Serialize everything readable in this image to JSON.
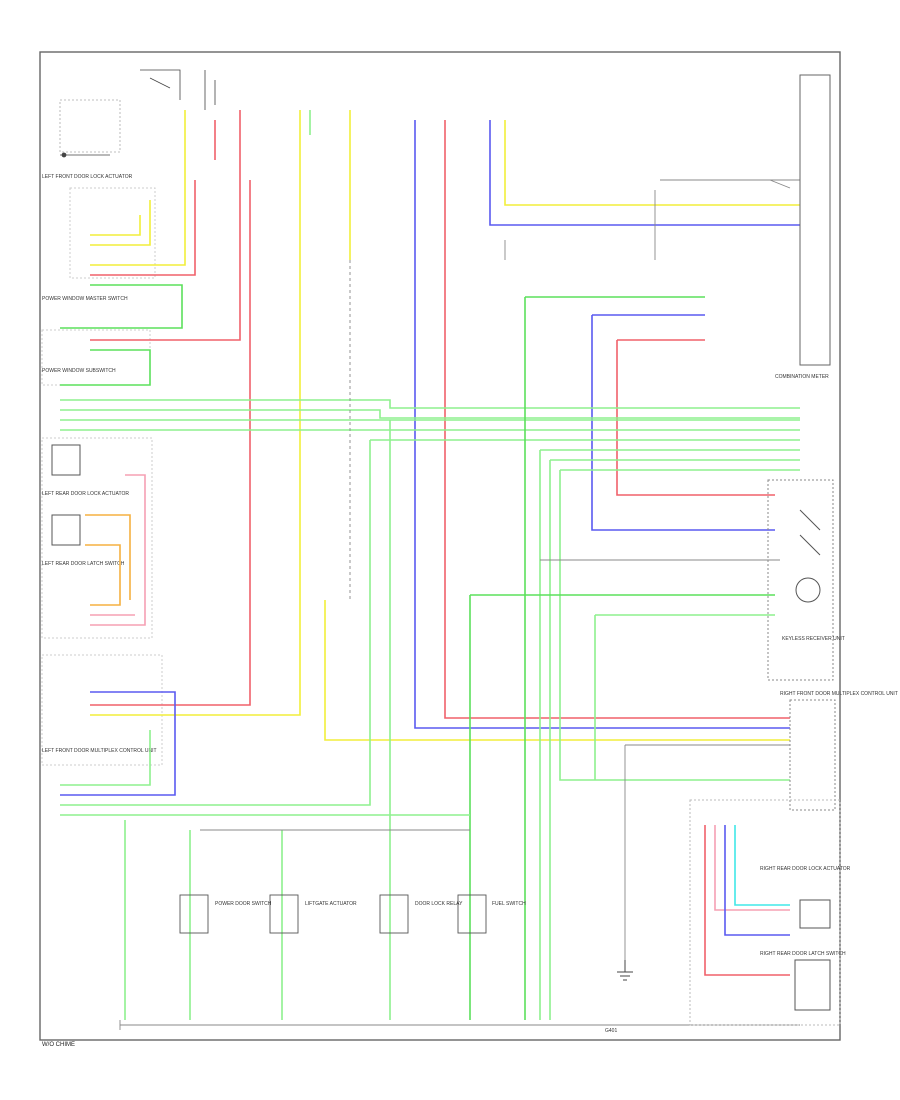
{
  "diagram": {
    "background": "#ffffff",
    "frame_color": "#555555",
    "wire_colors": {
      "yellow": "#f2ee3a",
      "red": "#f0606a",
      "pink": "#f5a0b4",
      "green": "#5be05b",
      "light_green": "#8ef08e",
      "blue": "#5a5af0",
      "orange": "#f5b040",
      "cyan": "#40e8e8",
      "black": "#222222",
      "gray": "#999999"
    },
    "labels": {
      "left_connector_block": "LEFT FRONT DOOR LOCK ACTUATOR",
      "left_power_window_master": "POWER WINDOW MASTER SWITCH",
      "power_window_switch": "POWER WINDOW SUBSWITCH",
      "left_rear_door_lock": "LEFT REAR DOOR LOCK ACTUATOR",
      "left_rear_sensor": "LEFT REAR DOOR LATCH SWITCH",
      "left_door_module": "LEFT FRONT DOOR MULTIPLEX CONTROL UNIT",
      "combination_meter": "COMBINATION METER",
      "keyless_receiver": "KEYLESS RECEIVER UNIT",
      "right_control_unit": "RIGHT FRONT DOOR MULTIPLEX CONTROL UNIT",
      "right_door_lock": "RIGHT REAR DOOR LOCK ACTUATOR",
      "right_rear_sensor": "RIGHT REAR DOOR LATCH SWITCH",
      "power_door_switch": "POWER DOOR SWITCH",
      "liftgate_actuator": "LIFTGATE ACTUATOR",
      "door_lock_relay": "DOOR LOCK RELAY",
      "fuel_switch": "FUEL SWITCH",
      "ground_point": "G401",
      "caption": "W/O CHIME"
    }
  }
}
